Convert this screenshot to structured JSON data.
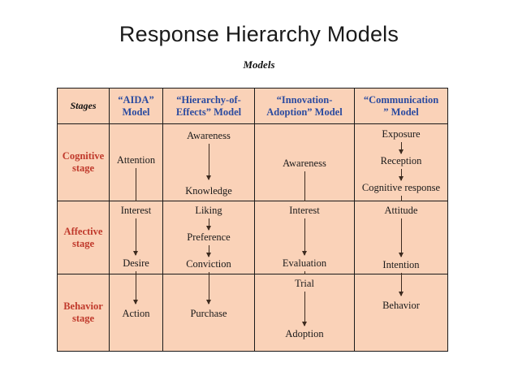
{
  "slide": {
    "title": "Response Hierarchy Models",
    "models_label": "Models",
    "background_color": "#ffffff"
  },
  "colors": {
    "cell_fill": "#fad2b8",
    "border": "#1a1a1a",
    "model_header_text": "#2b4ba0",
    "stage_label_text": "#c0392b",
    "node_text": "#1a1a1a",
    "arrow": "#3d2b1f"
  },
  "table": {
    "headers": {
      "stages": "Stages",
      "models": [
        "“AIDA” Model",
        "“Hierarchy-of-Effects” Model",
        "“Innovation-Adoption” Model",
        "“Communication” Model"
      ],
      "models_lines": [
        [
          "“AIDA”",
          "Model"
        ],
        [
          "“Hierarchy-of-",
          "Effects” Model"
        ],
        [
          "“Innovation-",
          "Adoption” Model"
        ],
        [
          "“Communication",
          "” Model"
        ]
      ]
    },
    "stages": [
      {
        "line1": "Cognitive",
        "line2": "stage"
      },
      {
        "line1": "Affective",
        "line2": "stage"
      },
      {
        "line1": "Behavior",
        "line2": "stage"
      }
    ],
    "cells": {
      "cognitive": {
        "aida": [
          "Attention"
        ],
        "hierarchy": [
          "Awareness",
          "Knowledge"
        ],
        "innovation": [
          "Awareness"
        ],
        "communication": [
          "Exposure",
          "Reception",
          "Cognitive response"
        ]
      },
      "affective": {
        "aida": [
          "Interest",
          "Desire"
        ],
        "hierarchy": [
          "Liking",
          "Preference",
          "Conviction"
        ],
        "innovation": [
          "Interest",
          "Evaluation"
        ],
        "communication": [
          "Attitude",
          "Intention"
        ]
      },
      "behavior": {
        "aida": [
          "Action"
        ],
        "hierarchy": [
          "Purchase"
        ],
        "innovation": [
          "Trial",
          "Adoption"
        ],
        "communication": [
          "Behavior"
        ]
      }
    }
  }
}
